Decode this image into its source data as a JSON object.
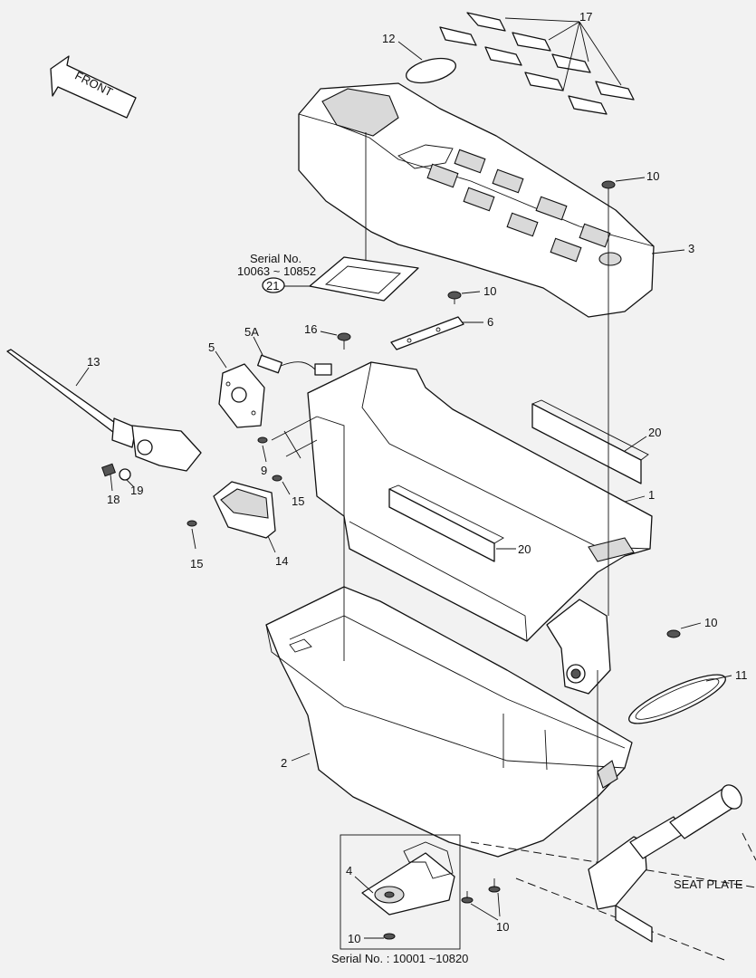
{
  "front_label": "FRONT",
  "seat_plate_label": "SEAT PLATE",
  "serial_top": {
    "line1": "Serial No.",
    "line2": "10063 ~ 10852"
  },
  "serial_bottom": "Serial No. : 10001 ~10820",
  "callouts": {
    "c1": "1",
    "c2": "2",
    "c3": "3",
    "c4": "4",
    "c5": "5",
    "c5a": "5A",
    "c6": "6",
    "c9": "9",
    "c10a": "10",
    "c10b": "10",
    "c10c": "10",
    "c10d": "10",
    "c10e": "10",
    "c11": "11",
    "c12": "12",
    "c13": "13",
    "c14": "14",
    "c15a": "15",
    "c15b": "15",
    "c16": "16",
    "c17": "17",
    "c18": "18",
    "c19": "19",
    "c20a": "20",
    "c20b": "20",
    "c21": "21"
  }
}
